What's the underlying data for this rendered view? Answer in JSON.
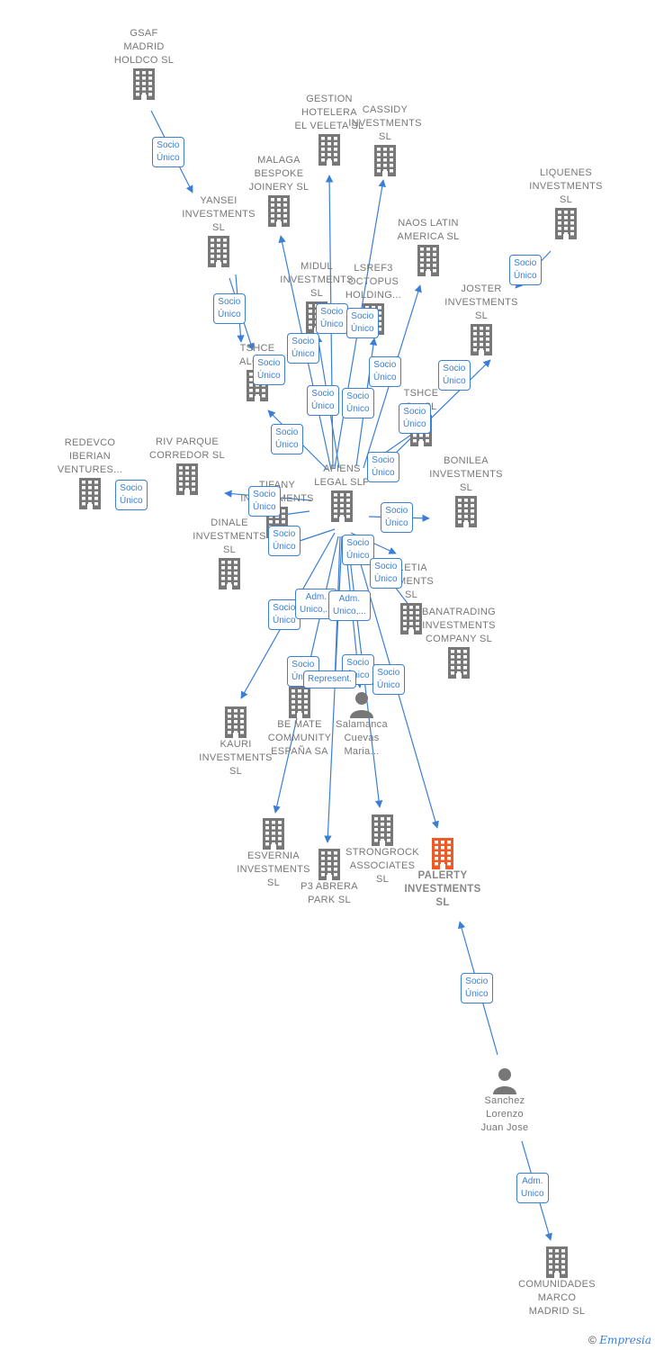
{
  "colors": {
    "node": "#777777",
    "highlight": "#ee5a26",
    "edge": "#3a7fd5"
  },
  "icons": {
    "company": "building-icon",
    "person": "person-icon"
  },
  "nodes": [
    {
      "id": "gsaf",
      "lines": [
        "GSAF",
        "MADRID",
        "HOLDCO  SL"
      ],
      "type": "company"
    },
    {
      "id": "yansei",
      "lines": [
        "YANSEI",
        "INVESTMENTS",
        "SL"
      ],
      "type": "company"
    },
    {
      "id": "gestion",
      "lines": [
        "GESTION",
        "HOTELERA",
        "EL VELETA  SL"
      ],
      "type": "company"
    },
    {
      "id": "cassidy",
      "lines": [
        "CASSIDY",
        "INVESTMENTS",
        "SL"
      ],
      "type": "company"
    },
    {
      "id": "malaga",
      "lines": [
        "MALAGA",
        "BESPOKE",
        "JOINERY  SL"
      ],
      "type": "company"
    },
    {
      "id": "liquenes",
      "lines": [
        "LIQUENES",
        "INVESTMENTS",
        "SL"
      ],
      "type": "company"
    },
    {
      "id": "naos",
      "lines": [
        "NAOS LATIN",
        "AMERICA  SL"
      ],
      "type": "company"
    },
    {
      "id": "midul",
      "lines": [
        "MIDUL",
        "INVESTMENTS",
        "SL"
      ],
      "type": "company"
    },
    {
      "id": "lsref3",
      "lines": [
        "LSREF3",
        "OCTOPUS",
        "HOLDING..."
      ],
      "type": "company"
    },
    {
      "id": "joster",
      "lines": [
        "JOSTER",
        "INVESTMENTS",
        "SL"
      ],
      "type": "company"
    },
    {
      "id": "tshce1",
      "lines": [
        "TSHCE",
        "ALCA..."
      ],
      "type": "company"
    },
    {
      "id": "tshce2",
      "lines": [
        "TSHCE",
        "S...  SL"
      ],
      "type": "company"
    },
    {
      "id": "redevco",
      "lines": [
        "REDEVCO",
        "IBERIAN",
        "VENTURES..."
      ],
      "type": "company"
    },
    {
      "id": "riv",
      "lines": [
        "RIV PARQUE",
        "CORREDOR  SL"
      ],
      "type": "company"
    },
    {
      "id": "afiens",
      "lines": [
        "AFIENS",
        "LEGAL  SLP"
      ],
      "type": "company"
    },
    {
      "id": "bonilea",
      "lines": [
        "BONILEA",
        "INVESTMENTS",
        "SL"
      ],
      "type": "company"
    },
    {
      "id": "tifany",
      "lines": [
        "TIFANY",
        "INVESTMENTS"
      ],
      "type": "company"
    },
    {
      "id": "dinale",
      "lines": [
        "DINALE",
        "INVESTMENTS",
        "SL"
      ],
      "type": "company"
    },
    {
      "id": "etia",
      "lines": [
        "...ETIA",
        "...MENTS",
        "SL"
      ],
      "type": "company"
    },
    {
      "id": "banatrading",
      "lines": [
        "BANATRADING",
        "INVESTMENTS",
        "COMPANY  SL"
      ],
      "type": "company"
    },
    {
      "id": "kauri",
      "lines": [
        "KAURI",
        "INVESTMENTS",
        "SL"
      ],
      "type": "company"
    },
    {
      "id": "bemate",
      "lines": [
        "BE MATE",
        "COMMUNITY",
        "ESPAÑA SA"
      ],
      "type": "company"
    },
    {
      "id": "salamanca",
      "lines": [
        "Salamanca",
        "Cuevas",
        "Maria..."
      ],
      "type": "person"
    },
    {
      "id": "esvernia",
      "lines": [
        "ESVERNIA",
        "INVESTMENTS",
        "SL"
      ],
      "type": "company"
    },
    {
      "id": "p3",
      "lines": [
        "P3 ABRERA",
        "PARK  SL"
      ],
      "type": "company"
    },
    {
      "id": "strongrock",
      "lines": [
        "STRONGROCK",
        "ASSOCIATES",
        "SL"
      ],
      "type": "company"
    },
    {
      "id": "palerty",
      "lines": [
        "PALERTY",
        "INVESTMENTS",
        "SL"
      ],
      "type": "company",
      "main": true
    },
    {
      "id": "sanchez",
      "lines": [
        "Sanchez",
        "Lorenzo",
        "Juan Jose"
      ],
      "type": "person"
    },
    {
      "id": "comunidades",
      "lines": [
        "COMUNIDADES",
        "MARCO",
        "MADRID  SL"
      ],
      "type": "company"
    }
  ],
  "badges": [
    [
      "Socio",
      "Único"
    ],
    [
      "Socio",
      "Único"
    ],
    [
      "Socio",
      "Único"
    ],
    [
      "Socio",
      "Único"
    ],
    [
      "Socio",
      "Único"
    ],
    [
      "Socio",
      "Único"
    ],
    [
      "Socio",
      "Único"
    ],
    [
      "Socio",
      "Único"
    ],
    [
      "Socio",
      "Único"
    ],
    [
      "Socio",
      "Único"
    ],
    [
      "Socio",
      "Único"
    ],
    [
      "Socio",
      "Único"
    ],
    [
      "Socio",
      "Único"
    ],
    [
      "Socio",
      "Único"
    ],
    [
      "Socio",
      "Único"
    ],
    [
      "Socio",
      "Único"
    ],
    [
      "Socio",
      "Único"
    ],
    [
      "Socio",
      "Único"
    ],
    [
      "Socio",
      "Único"
    ],
    [
      "Socio",
      "Único"
    ],
    [
      "Socio",
      "Único"
    ],
    [
      "Adm.",
      "Unico,..."
    ],
    [
      "Adm.",
      "Unico,..."
    ],
    [
      "Socio",
      "Único"
    ],
    [
      "Socio",
      "Único"
    ],
    [
      "Socio",
      "Único"
    ],
    [
      "Represent."
    ],
    [
      "Socio",
      "Único"
    ],
    [
      "Adm.",
      "Unico"
    ],
    [
      "Adm.",
      "Unico"
    ]
  ],
  "footer": {
    "copyright": "©",
    "brand": "Empresia"
  }
}
